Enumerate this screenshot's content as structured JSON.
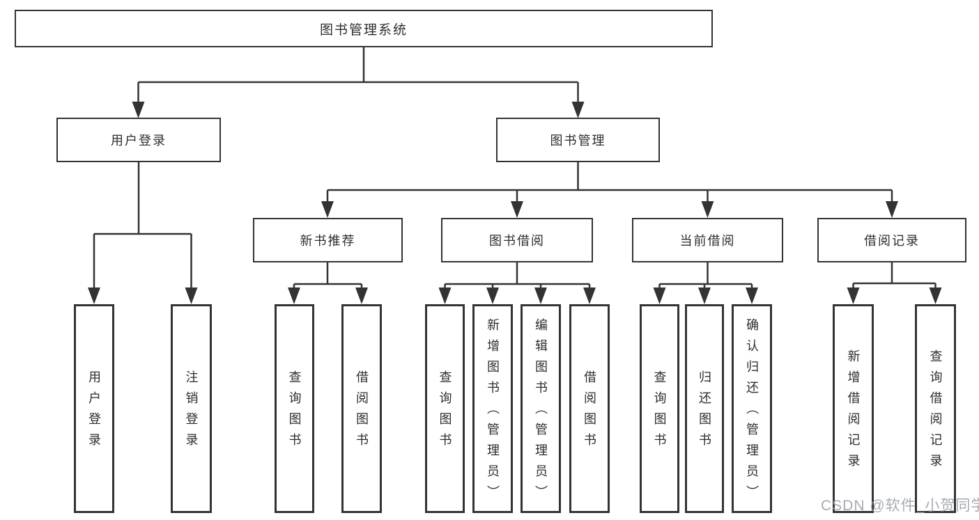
{
  "diagram_title": "图书管理系统",
  "colors": {
    "line": "#333333",
    "box_border": "#333333",
    "box_background": "#ffffff",
    "text": "#2d2d2d",
    "page_background": "#ffffff",
    "watermark_text_color": "#9aa0a8"
  },
  "watermark": {
    "text": "CSDN @软件_小贺同学"
  },
  "nodes": {
    "root": {
      "label": "图书管理系统"
    },
    "user_login": {
      "label": "用户登录",
      "children": [
        "用户登录",
        "注销登录"
      ]
    },
    "book_management": {
      "label": "图书管理"
    },
    "new_book_recommend": {
      "label": "新书推荐",
      "children": [
        "查询图书",
        "借阅图书"
      ]
    },
    "book_borrow": {
      "label": "图书借阅",
      "children": [
        "查询图书",
        "新增图书（管理员）",
        "编辑图书（管理员）",
        "借阅图书"
      ]
    },
    "current_borrow": {
      "label": "当前借阅",
      "children": [
        "查询图书",
        "归还图书",
        "确认归还（管理员）"
      ]
    },
    "borrow_records": {
      "label": "借阅记录",
      "children": [
        "新增借阅记录",
        "查询借阅记录"
      ]
    }
  }
}
